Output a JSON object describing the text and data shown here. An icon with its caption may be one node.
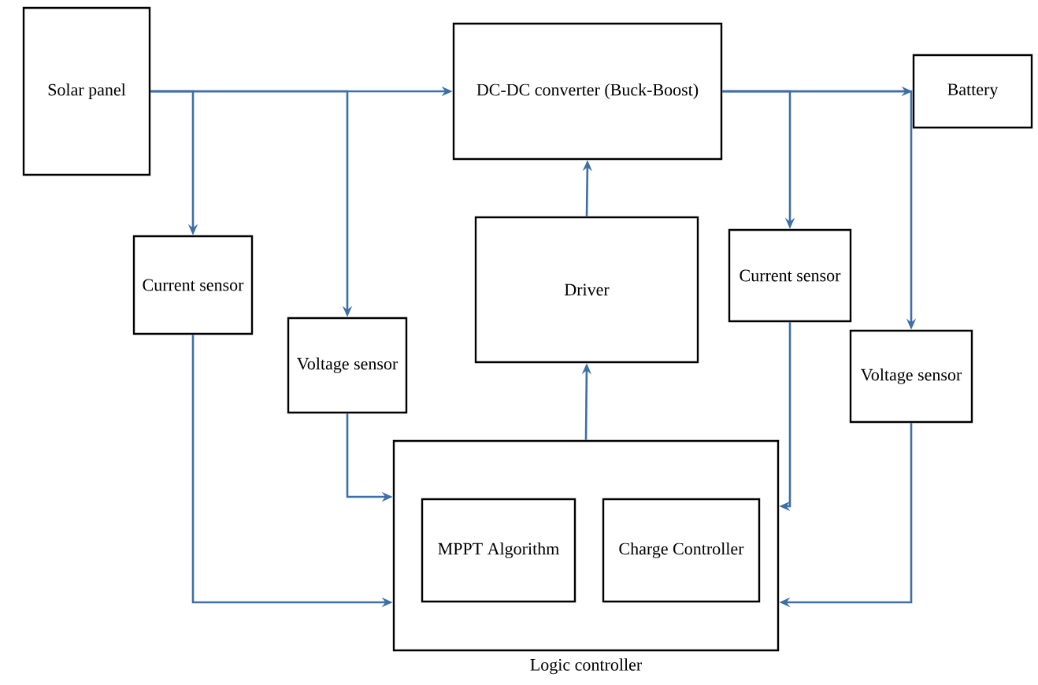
{
  "diagram": {
    "nodes": [
      {
        "text": [
          "Solar panel"
        ]
      },
      {
        "text": [
          "DC-DC converter (Buck-Boost)"
        ]
      },
      {
        "text": [
          "Battery"
        ]
      },
      {
        "text": [
          "Current sensor"
        ]
      },
      {
        "text": [
          "Voltage sensor"
        ]
      },
      {
        "text": [
          "Driver"
        ]
      },
      {
        "text": [
          "Current sensor"
        ]
      },
      {
        "text": [
          "Voltage sensor"
        ]
      },
      {
        "text": [
          "Logic controller"
        ]
      },
      {
        "text": [
          "MPPT Algorithm"
        ],
        "in": 8
      },
      {
        "text": [
          "Charge Controller"
        ],
        "in": 8
      }
    ],
    "edges": [
      {
        "from": 0,
        "to": 1,
        "arrow": "to"
      },
      {
        "from": 0,
        "to": 3,
        "arrow": "to"
      },
      {
        "from": 0,
        "to": 4,
        "arrow": "to"
      },
      {
        "from": 1,
        "to": 2,
        "arrow": "to"
      },
      {
        "from": 1,
        "to": 6,
        "arrow": "to"
      },
      {
        "from": 1,
        "to": 7,
        "arrow": "to"
      },
      {
        "from": 5,
        "to": 1,
        "arrow": "to"
      },
      {
        "from": 8,
        "to": 5,
        "arrow": "to"
      },
      {
        "from": 3,
        "to": 8,
        "arrow": "to"
      },
      {
        "from": 4,
        "to": 8,
        "arrow": "to"
      },
      {
        "from": 6,
        "to": 8,
        "arrow": "to"
      },
      {
        "from": 7,
        "to": 8,
        "arrow": "to"
      }
    ]
  }
}
